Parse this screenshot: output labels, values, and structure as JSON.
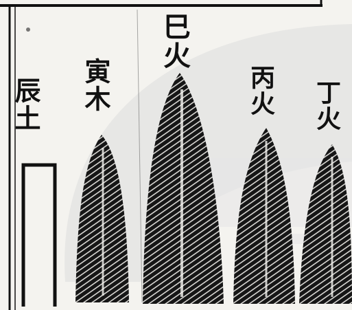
{
  "labels": {
    "chen_tu": "辰土",
    "yin_mu": "寅木",
    "si_huo": "巳火",
    "bing_huo": "丙火",
    "ding_huo": "丁火"
  },
  "colors": {
    "paper": "#f4f3ef",
    "ink": "#111111",
    "watermark": "#d9d9d9"
  },
  "icons": {
    "flame_shape": "flame-icon",
    "earth_shape": "earth-rectangle-icon"
  }
}
